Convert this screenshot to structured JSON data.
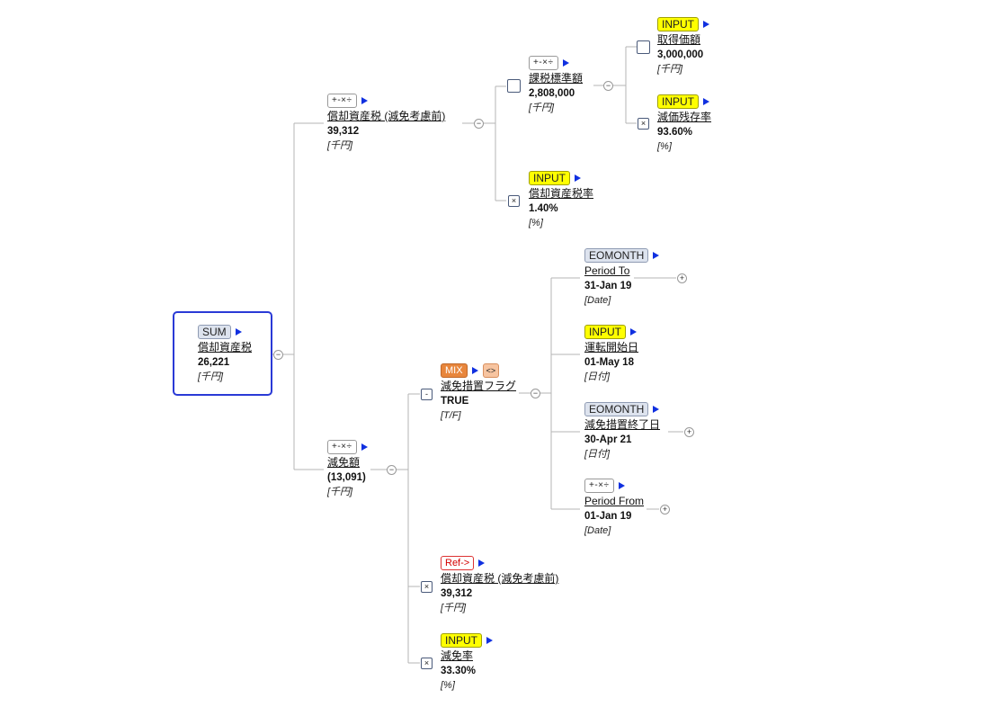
{
  "nodes": {
    "root": {
      "badge": "SUM",
      "name": "償却資産税",
      "value": "26,221",
      "unit": "[千円]"
    },
    "n1": {
      "badge": "+-×÷",
      "name": "償却資産税 (減免考慮前)",
      "value": "39,312",
      "unit": "[千円]"
    },
    "n11": {
      "badge": "+-×÷",
      "name": "課税標準額",
      "value": "2,808,000",
      "unit": "[千円]"
    },
    "n111": {
      "badge": "INPUT",
      "name": "取得価額",
      "value": "3,000,000",
      "unit": "[千円]"
    },
    "n112": {
      "badge": "INPUT",
      "name": "減価残存率",
      "value": "93.60%",
      "unit": "[%]"
    },
    "n12": {
      "badge": "INPUT",
      "name": "償却資産税率",
      "value": "1.40%",
      "unit": "[%]"
    },
    "n2": {
      "badge": "+-×÷",
      "name": "減免額",
      "value": "(13,091)",
      "unit": "[千円]"
    },
    "n21": {
      "badge": "MIX",
      "badge2": "<>",
      "name": "減免措置フラグ",
      "value": "TRUE",
      "unit": "[T/F]"
    },
    "n211": {
      "badge": "EOMONTH",
      "name": "Period To",
      "value": "31-Jan 19",
      "unit": "[Date]"
    },
    "n212": {
      "badge": "INPUT",
      "name": "運転開始日",
      "value": "01-May 18",
      "unit": "[日付]"
    },
    "n213": {
      "badge": "EOMONTH",
      "name": "減免措置終了日",
      "value": "30-Apr 21",
      "unit": "[日付]"
    },
    "n214": {
      "badge": "+-×÷",
      "name": "Period From",
      "value": "01-Jan 19",
      "unit": "[Date]"
    },
    "n22": {
      "badge": "Ref->",
      "name": "償却資産税 (減免考慮前)",
      "value": "39,312",
      "unit": "[千円]"
    },
    "n23": {
      "badge": "INPUT",
      "name": "減免率",
      "value": "33.30%",
      "unit": "[%]"
    }
  },
  "operators": {
    "op_mul": "×",
    "op_minus": "-",
    "op_blank": ""
  },
  "toggles": {
    "collapse": "−",
    "expand": "+"
  },
  "colors": {
    "root_border": "#2a3ad6",
    "input_badge": "#ffff00",
    "arrow": "#1030e0",
    "connector": "#b4b4b4",
    "mix_badge": "#e8863c",
    "ref_text": "#d40000"
  }
}
